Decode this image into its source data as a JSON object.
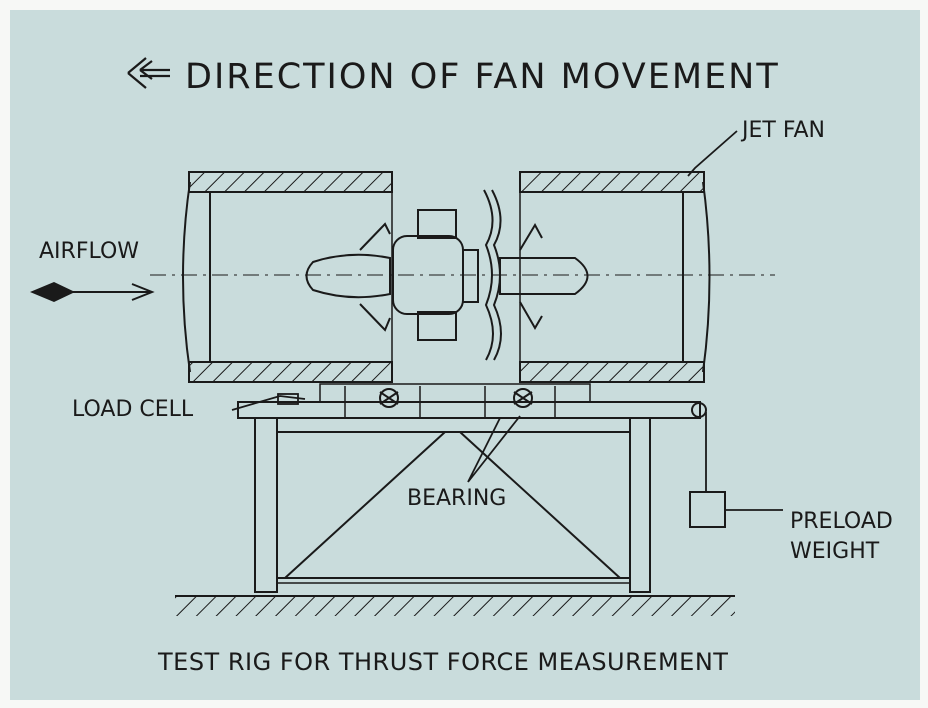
{
  "diagram": {
    "title": "DIRECTION OF FAN MOVEMENT",
    "caption": "TEST RIG FOR THRUST FORCE MEASUREMENT",
    "labels": {
      "jet_fan": "JET FAN",
      "airflow": "AIRFLOW",
      "load_cell": "LOAD CELL",
      "bearing": "BEARING",
      "preload_line1": "PRELOAD",
      "preload_line2": "WEIGHT"
    },
    "colors": {
      "background": "#c9dcdc",
      "ink": "#1a1a1a"
    }
  }
}
